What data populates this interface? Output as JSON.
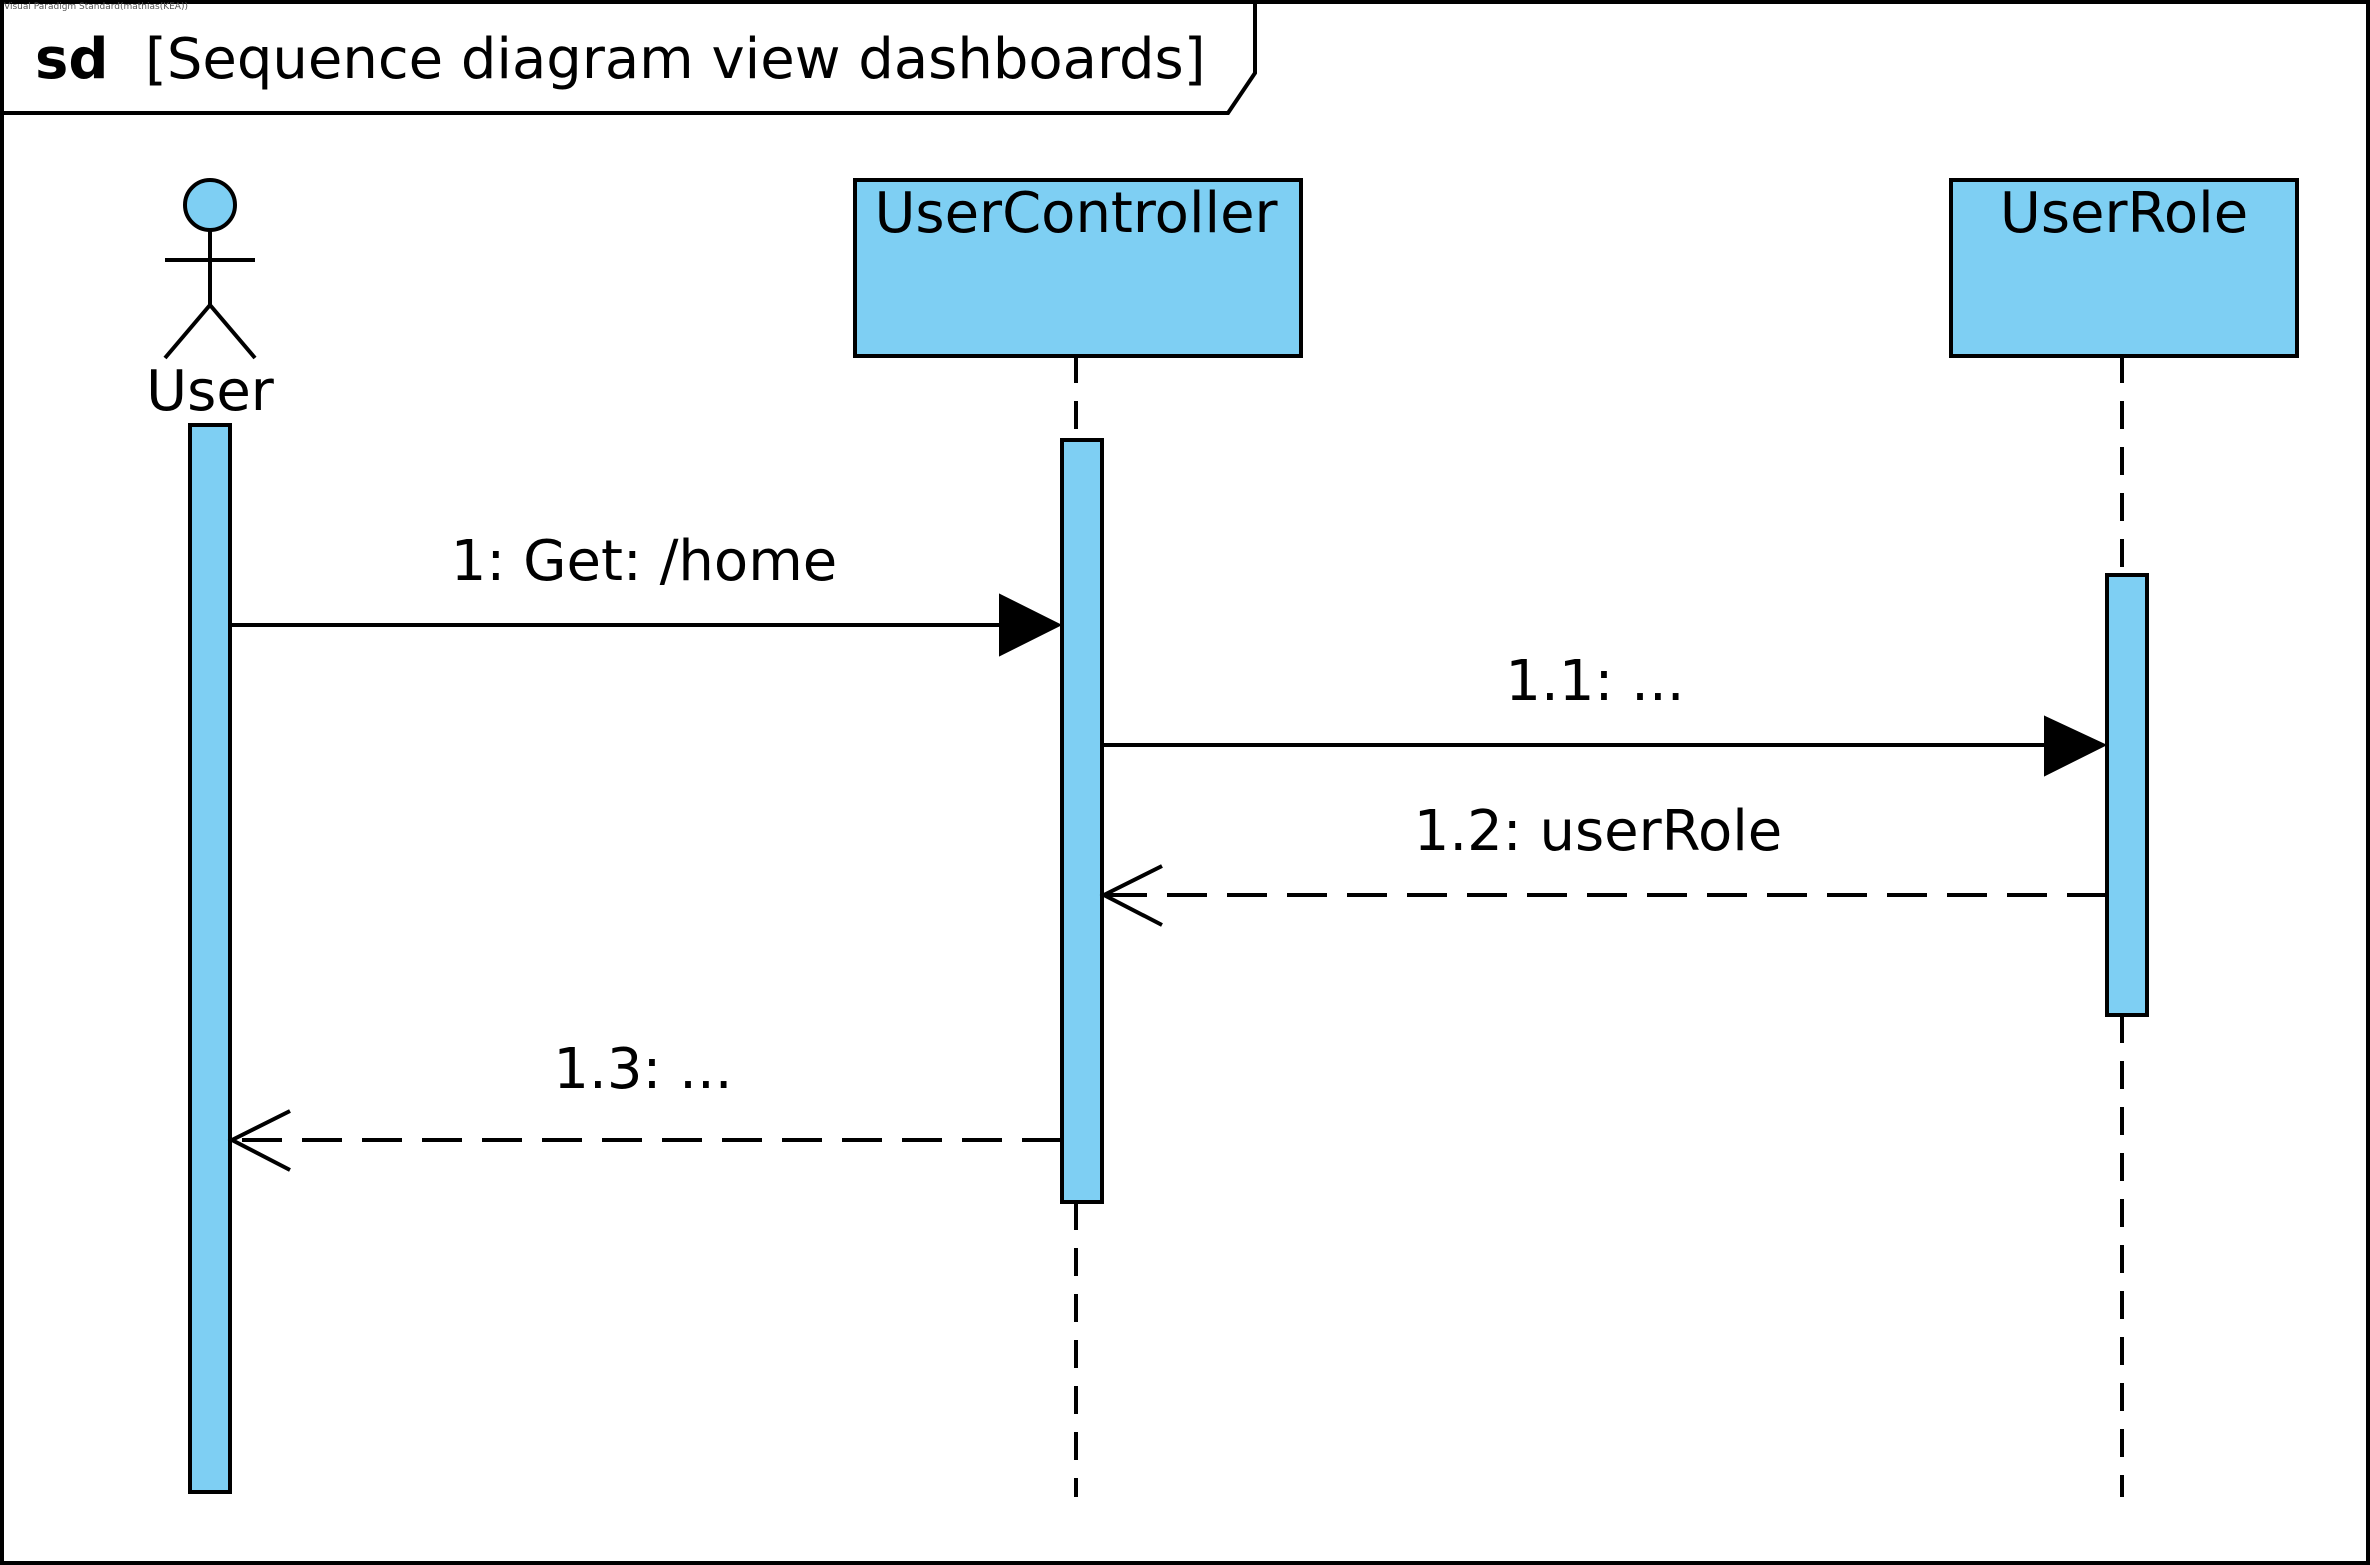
{
  "watermark": "Visual Paradigm Standard(mathias(KEA))",
  "frame": {
    "keyword": "sd",
    "name": "[Sequence diagram view dashboards]"
  },
  "colors": {
    "fill": "#7ecff3",
    "stroke": "#000000",
    "background": "#ffffff"
  },
  "lifelines": {
    "user": {
      "name": "User",
      "kind": "actor"
    },
    "controller": {
      "name": "UserController",
      "kind": "object"
    },
    "role": {
      "name": "UserRole",
      "kind": "object"
    }
  },
  "messages": {
    "m1": {
      "label": "1: Get: /home",
      "type": "synchronous"
    },
    "m11": {
      "label": "1.1: ...",
      "type": "synchronous"
    },
    "m12": {
      "label": "1.2: userRole",
      "type": "reply"
    },
    "m13": {
      "label": "1.3: ...",
      "type": "reply"
    }
  }
}
